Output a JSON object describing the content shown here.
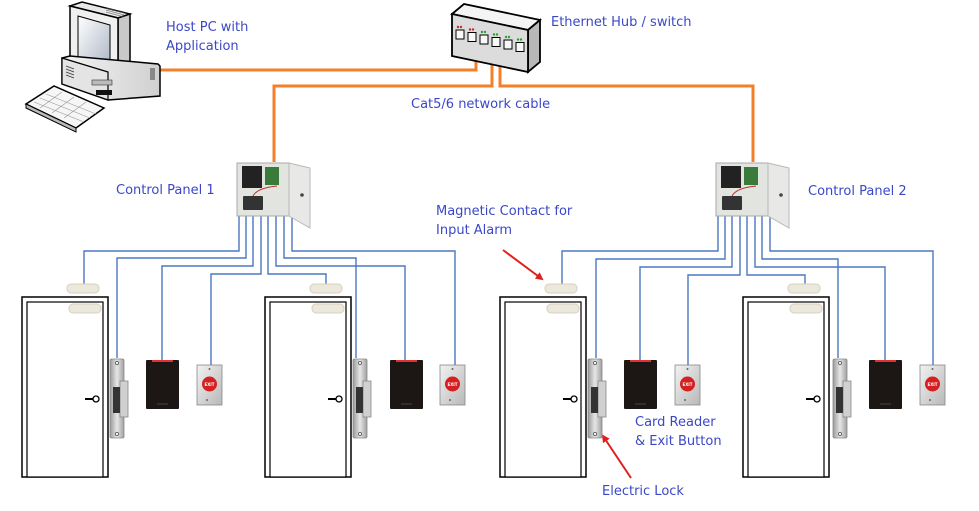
{
  "title": "Access Control System Network Diagram",
  "labels": {
    "host_pc": [
      "Host PC with",
      "Application"
    ],
    "hub": "Ethernet Hub / switch",
    "cable": "Cat5/6 network cable",
    "panel1": "Control Panel 1",
    "panel2": "Control Panel 2",
    "mag_contact": [
      "Magnetic Contact for",
      "Input Alarm"
    ],
    "card_reader": [
      "Card Reader",
      "& Exit Button"
    ],
    "electric_lock": "Electric Lock"
  },
  "exit_button_text": "EXIT",
  "colors": {
    "label": "#3a48c8",
    "network_cable": "#f47f2a",
    "signal_wire": "#4a78c0",
    "callout_arrow": "#e02020",
    "reader_led": "#e03030",
    "exit_red": "#d42020"
  },
  "panels": [
    {
      "name": "Control Panel 1",
      "doors": 2
    },
    {
      "name": "Control Panel 2",
      "doors": 2
    }
  ]
}
